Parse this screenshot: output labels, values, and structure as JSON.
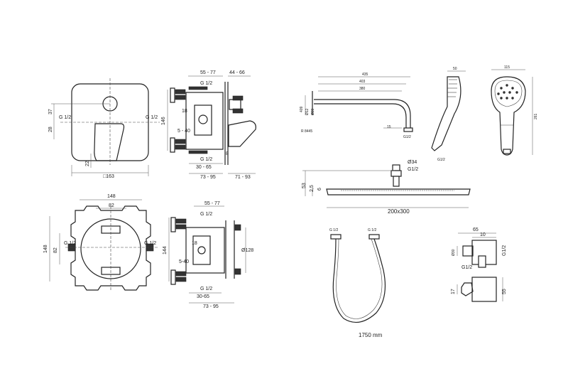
{
  "colors": {
    "line": "#222222",
    "background": "#ffffff"
  },
  "front_view": {
    "d37": "37",
    "d28": "28",
    "d22": "22",
    "d163": "□163",
    "g_left": "G 1/2",
    "g_right": "G 1/2"
  },
  "side_view_top": {
    "d55_77": "55 - 77",
    "d44_66": "44 - 66",
    "g_top": "G 1/2",
    "g_bottom": "G 1/2",
    "d146": "146",
    "d18": "18",
    "d5_40": "5 - 40",
    "d30_65": "30 - 65",
    "d8": "8",
    "d73_95": "73 - 95",
    "d71_93": "71 - 93"
  },
  "box_front": {
    "d148_top": "148",
    "d82_top": "82",
    "d148_left": "148",
    "d82_left": "82",
    "g_left": "G 1/2",
    "g_right": "G 1/2"
  },
  "box_side": {
    "d55_77": "55 - 77",
    "g_top": "G 1/2",
    "d144": "144",
    "d18": "18",
    "d128": "Ø128",
    "d5_40": "5-40",
    "g_bottom": "G 1/2",
    "d30_65": "30-65",
    "d73_95": "73 - 95"
  },
  "shower_arm": {
    "d435": "435",
    "d403": "403",
    "d380": "380",
    "d15": "15",
    "d409": "409",
    "d12": "Ø12",
    "d20": "Ø20",
    "d_r": "R 8445",
    "d_g12": "G1/2"
  },
  "hand_shower_side": {
    "d_top": "50",
    "d_bottom": "G1/2"
  },
  "hand_shower_front": {
    "d115": "115",
    "d261": "261"
  },
  "overhead": {
    "d34": "Ø34",
    "g12": "G1/2",
    "d53": "53",
    "d25": "2,5",
    "d6": "6",
    "size": "200x300"
  },
  "hose": {
    "end_left": "G 1/2",
    "end_right": "G 1/2",
    "length": "1750 mm"
  },
  "elbow": {
    "d65": "65",
    "d10": "10",
    "d30": "Ø30",
    "g12_right": "G1/2",
    "g12_bottom": "G1/2",
    "d17": "17",
    "d55": "55"
  }
}
